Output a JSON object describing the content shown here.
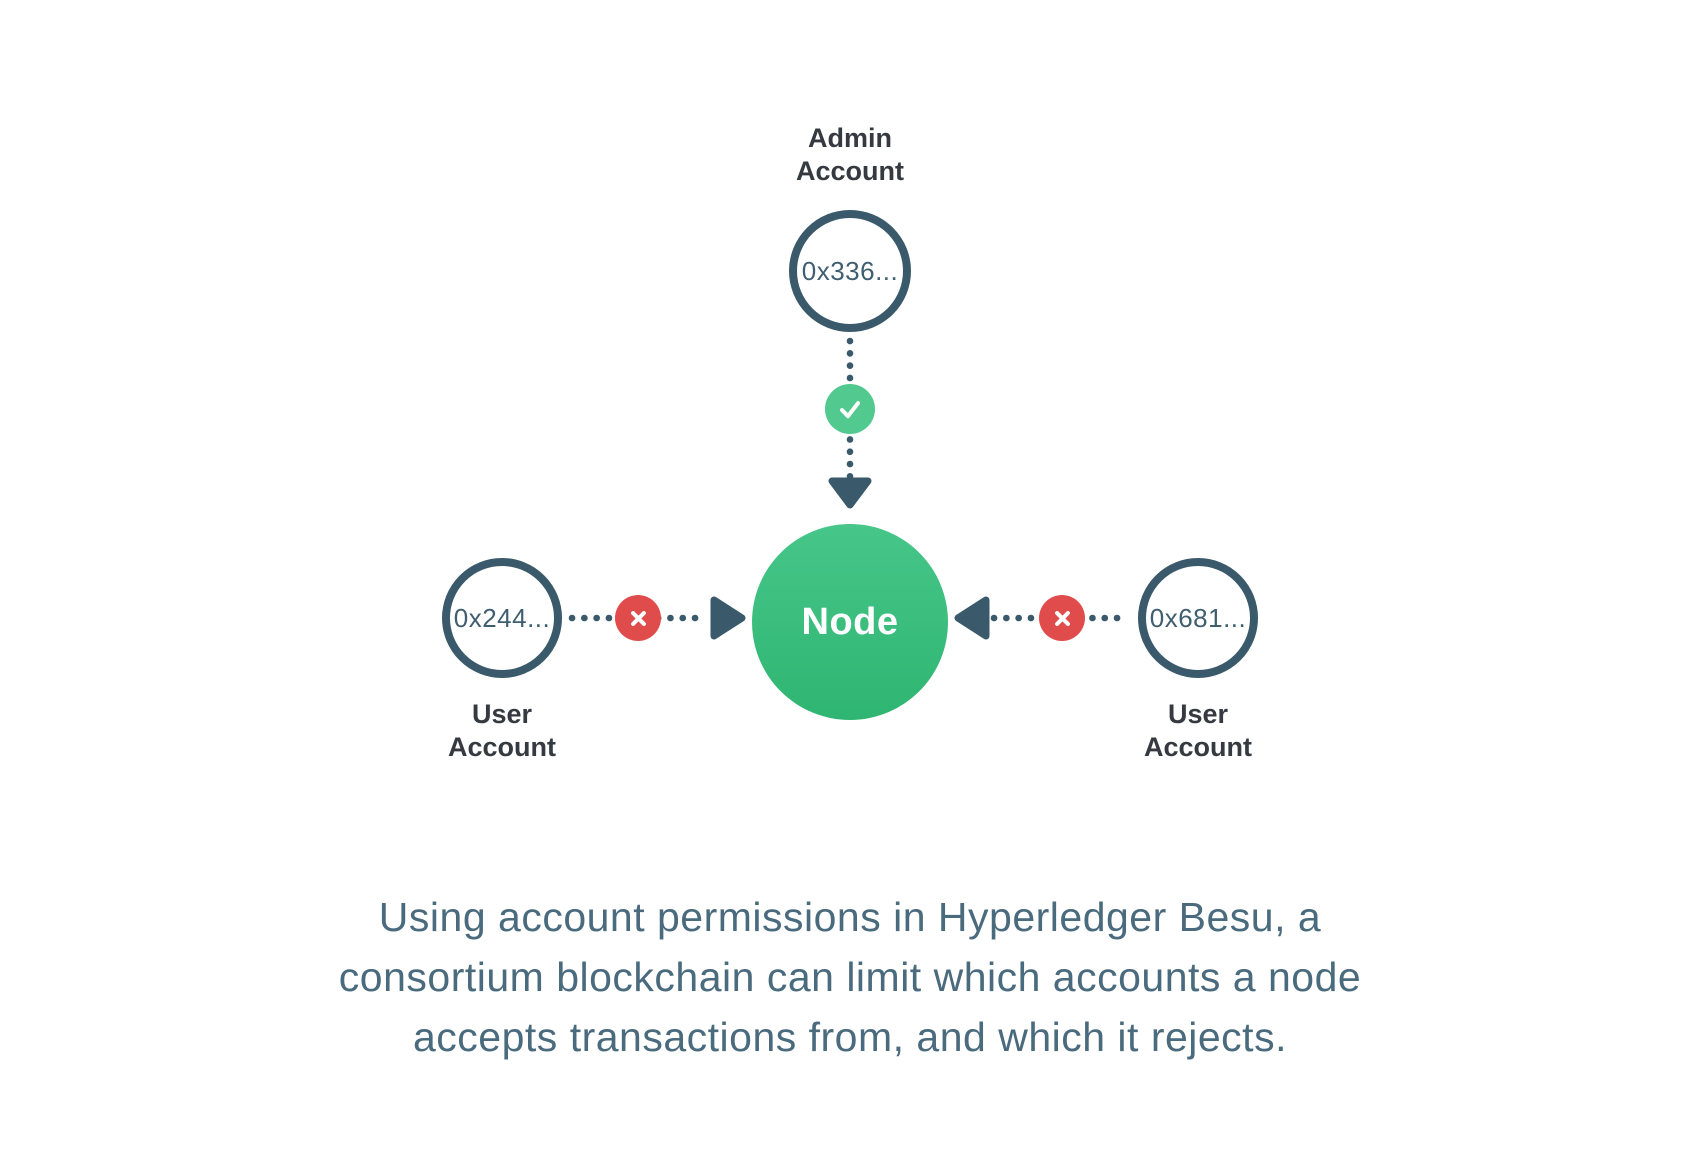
{
  "colors": {
    "slate_stroke": "#3A5A6C",
    "label_dark": "#343A40",
    "address_slate": "#3F5E70",
    "node_green_top": "#46C689",
    "node_green_bottom": "#2FB572",
    "allow_green": "#52C98E",
    "deny_red": "#E04B4B",
    "caption_slate": "#4A6B7D",
    "background": "#FFFFFF"
  },
  "diagram": {
    "admin_account": {
      "label": "Admin Account",
      "address": "0x336..."
    },
    "node": {
      "label": "Node"
    },
    "left_user_account": {
      "label": "User Account",
      "address": "0x244..."
    },
    "right_user_account": {
      "label": "User Account",
      "address": "0x681..."
    },
    "icons": {
      "allow": "check-icon",
      "deny": "x-icon",
      "arrows": [
        "arrow-down-icon",
        "arrow-right-icon",
        "arrow-left-icon"
      ]
    }
  },
  "caption": {
    "lines": [
      "Using account permissions in Hyperledger Besu, a",
      "consortium blockchain can limit which accounts a node",
      "accepts transactions from, and which it rejects."
    ]
  }
}
